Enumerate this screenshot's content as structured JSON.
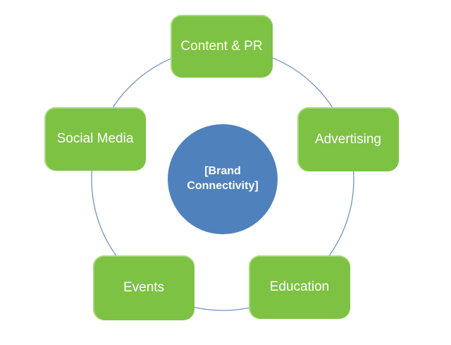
{
  "diagram": {
    "type": "cycle",
    "center": {
      "label": "[Brand\nConnectivity]"
    },
    "nodes": [
      {
        "id": "content-pr",
        "label": "Content & PR"
      },
      {
        "id": "advertising",
        "label": "Advertising"
      },
      {
        "id": "education",
        "label": "Education"
      },
      {
        "id": "events",
        "label": "Events"
      },
      {
        "id": "social-media",
        "label": "Social Media"
      }
    ]
  },
  "colors": {
    "node-green": "#7DC243",
    "node-green-light": "#A8D87D",
    "center-blue": "#4F81BD",
    "ring-blue": "#7493C1",
    "label-white": "#FFFFFF",
    "background": "#FFFFFF"
  }
}
